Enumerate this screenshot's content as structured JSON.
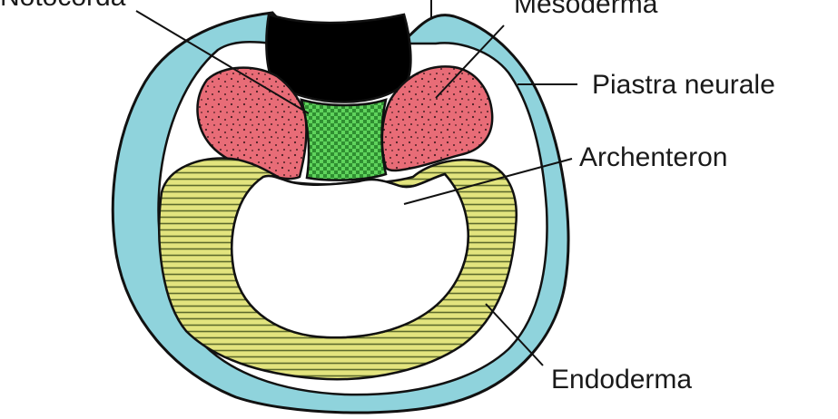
{
  "labels": {
    "notochord": "Notocorda",
    "mesoderm": "Mesoderma",
    "neural_plate": "Piastra neurale",
    "archenteron": "Archenteron",
    "endoderm": "Endoderma"
  },
  "colors": {
    "ectoderm": "#8fd3dc",
    "neural_plate": "#000000",
    "mesoderm": "#e7707a",
    "notochord": "#4cbf4a",
    "endoderm": "#e2e27a",
    "archenteron": "#ffffff",
    "outline": "#111111",
    "text": "#1a1a1a"
  }
}
